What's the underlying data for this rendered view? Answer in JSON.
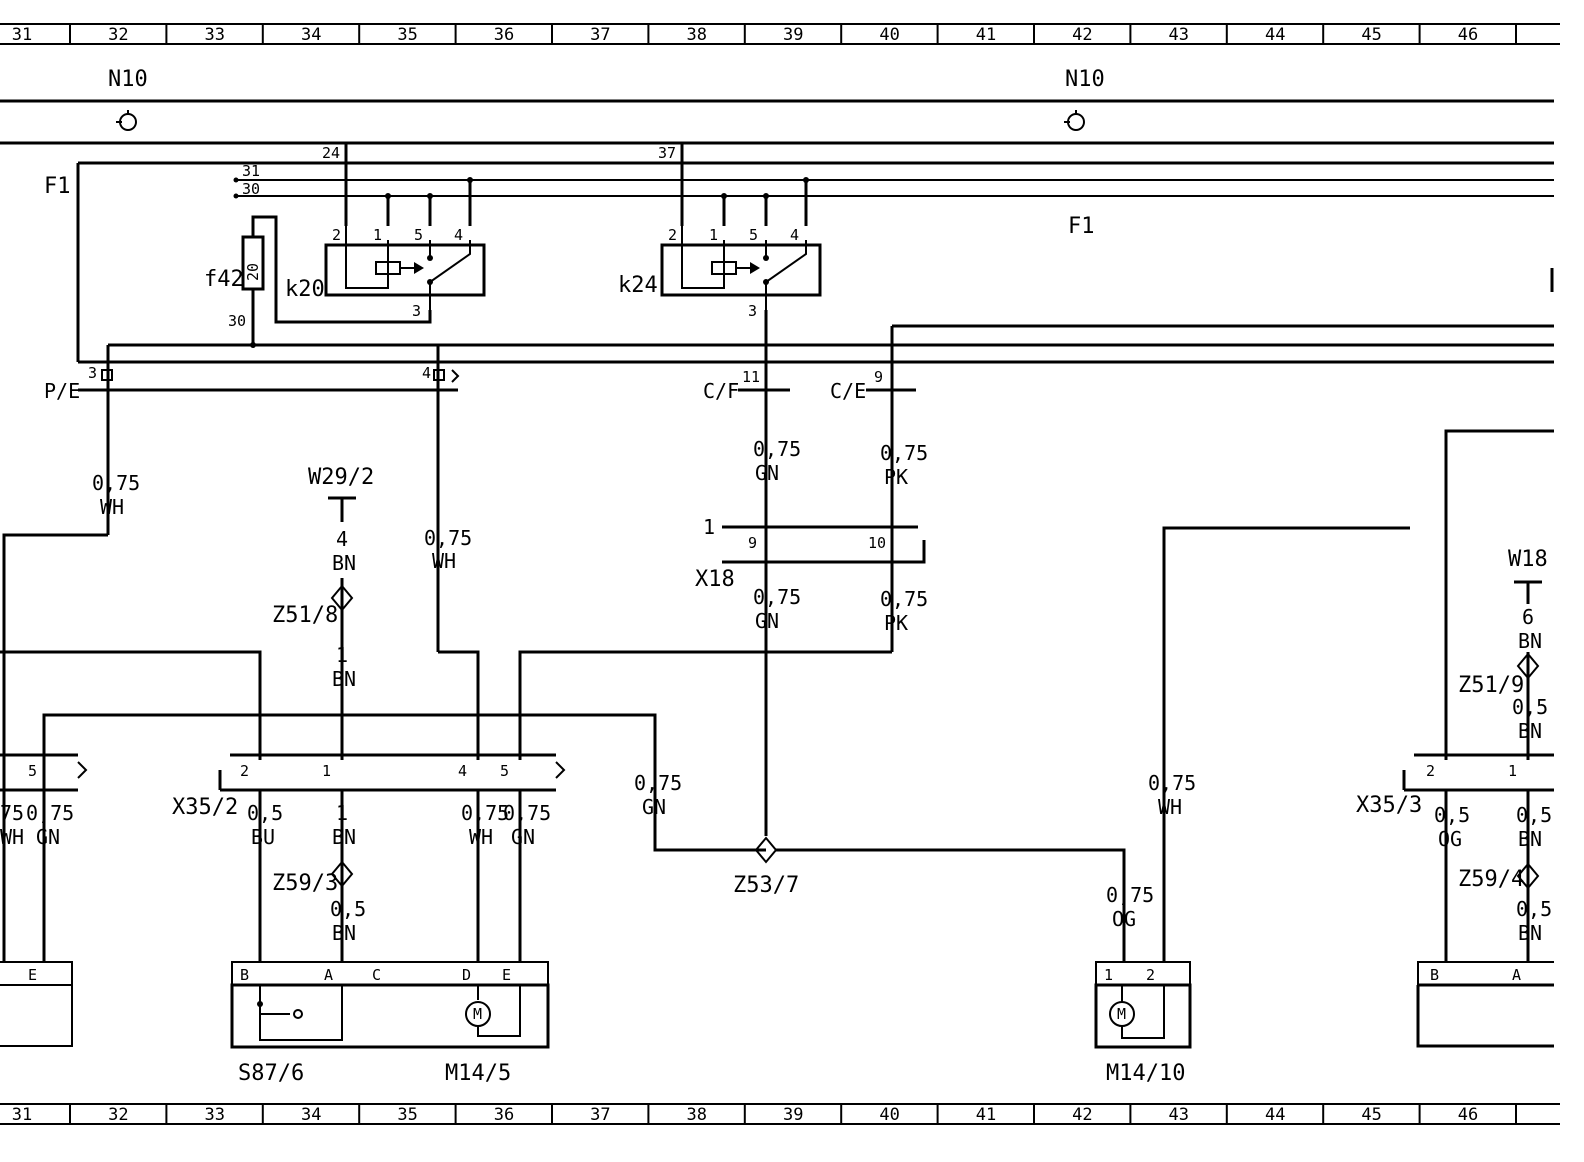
{
  "ruler": {
    "top": [
      "31",
      "32",
      "33",
      "34",
      "35",
      "36",
      "37",
      "38",
      "39",
      "40",
      "41",
      "42",
      "43",
      "44",
      "45",
      "46"
    ],
    "bottom": [
      "31",
      "32",
      "33",
      "34",
      "35",
      "36",
      "37",
      "38",
      "39",
      "40",
      "41",
      "42",
      "43",
      "44",
      "45",
      "46"
    ]
  },
  "header": {
    "n10_left": "N10",
    "n10_right": "N10"
  },
  "labels": {
    "f1_left": "F1",
    "f1_right": "F1",
    "k20": "k20",
    "k24": "k24",
    "f42": "f42",
    "f42_rating": "20",
    "pin24": "24",
    "pin37": "37",
    "pin31": "31",
    "pin30_bus": "30",
    "f42_pin30": "30",
    "k20_pins": [
      "2",
      "1",
      "5",
      "4",
      "3"
    ],
    "k24_pins": [
      "2",
      "1",
      "5",
      "4",
      "3"
    ],
    "pe": "P/E",
    "pe_pin3": "3",
    "pe_pin4": "4",
    "cf": "C/F",
    "cf_pin11": "11",
    "ce": "C/E",
    "ce_pin9": "9",
    "x18": "X18",
    "x18_num": "1",
    "x18_pin9": "9",
    "x18_pin10": "10",
    "w29_2": "W29/2",
    "w18": "W18",
    "z51_8": "Z51/8",
    "z51_9": "Z51/9",
    "z59_3": "Z59/3",
    "z59_4": "Z59/4",
    "z53_7": "Z53/7",
    "x35_2": "X35/2",
    "x35_3": "X35/3",
    "x35_2_pins": [
      "2",
      "1",
      "4",
      "5"
    ],
    "x35_left_pin5": "5",
    "x35_3_pins": [
      "2",
      "1"
    ],
    "s87_6": "S87/6",
    "m14_5": "M14/5",
    "m14_10": "M14/10",
    "s87_pins": [
      "B",
      "A",
      "C",
      "D",
      "E"
    ],
    "left_box_pin": "E",
    "m14_10_pins": [
      "1",
      "2"
    ],
    "right_box_pins": [
      "B",
      "A"
    ],
    "motor": "M"
  },
  "wires": {
    "pe_wh": [
      "0,75",
      "WH"
    ],
    "w29_bn": [
      "4",
      "BN"
    ],
    "w29_bn_low": [
      "1",
      "BN"
    ],
    "k20_wh": [
      "0,75",
      "WH"
    ],
    "cf_gn": [
      "0,75",
      "GN"
    ],
    "ce_pk": [
      "0,75",
      "PK"
    ],
    "x18_gn": [
      "0,75",
      "GN"
    ],
    "x18_pk": [
      "0,75",
      "PK"
    ],
    "left_wh": [
      "75",
      "WH"
    ],
    "left_gn": [
      "0,75",
      "GN"
    ],
    "x35_bu": [
      "0,5",
      "BU"
    ],
    "x35_bn": [
      "1",
      "BN"
    ],
    "x35_wh": [
      "0,75",
      "WH"
    ],
    "x35_gn": [
      "0,75",
      "GN"
    ],
    "z59_bn": [
      "0,5",
      "BN"
    ],
    "mid_gn": [
      "0,75",
      "GN"
    ],
    "m14_10_og": [
      "0,75",
      "OG"
    ],
    "m14_10_wh": [
      "0,75",
      "WH"
    ],
    "w18_bn": [
      "6",
      "BN"
    ],
    "w18_bn_low": [
      "0,5",
      "BN"
    ],
    "x35_3_og": [
      "0,5",
      "OG"
    ],
    "x35_3_bn": [
      "0,5",
      "BN"
    ],
    "z59_4_bn": [
      "0,5",
      "BN"
    ]
  }
}
